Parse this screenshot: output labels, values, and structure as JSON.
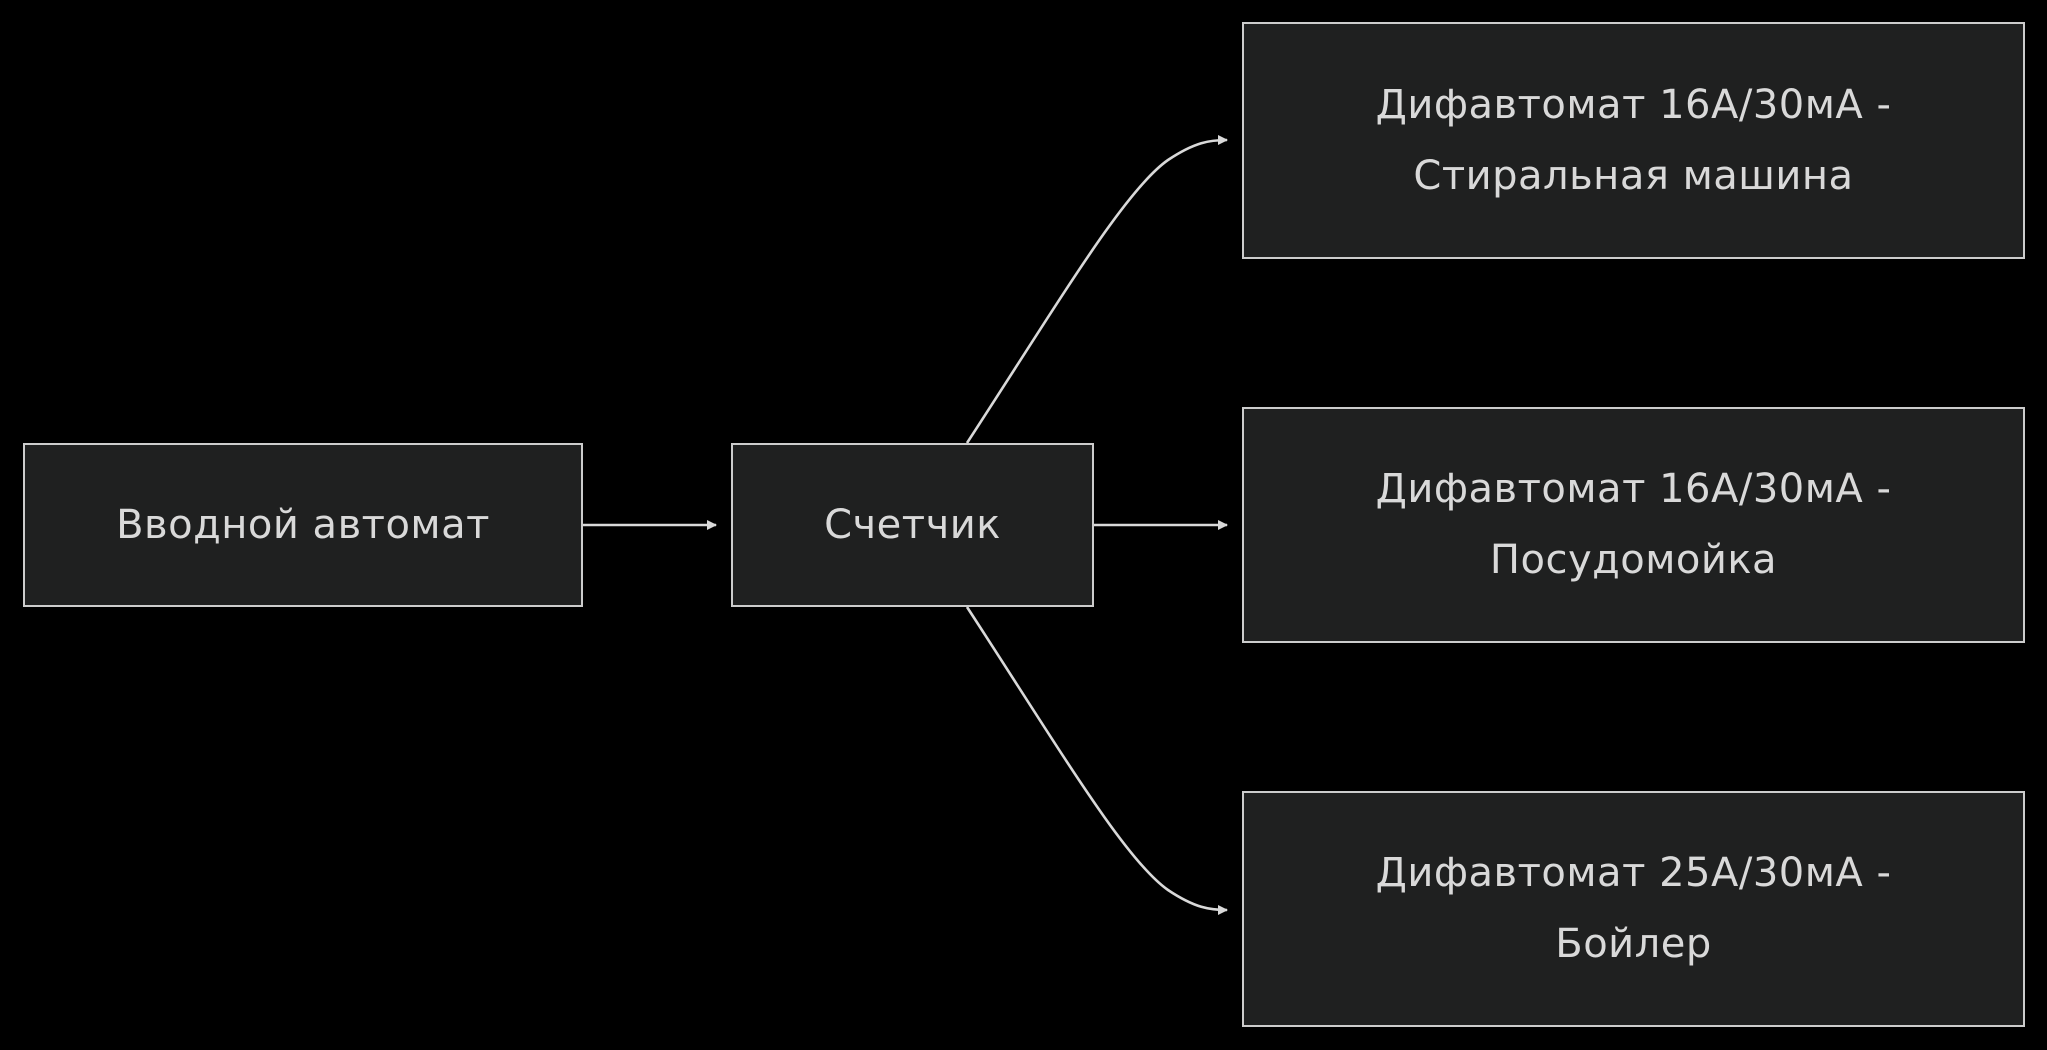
{
  "colors": {
    "background": "#000000",
    "node_fill": "#1f2020",
    "node_stroke": "#cccccc",
    "edge": "#d9d9d9",
    "text": "#d9d9d9"
  },
  "nodes": {
    "input": {
      "line1": "Вводной автомат"
    },
    "meter": {
      "line1": "Счетчик"
    },
    "washer": {
      "line1": "Дифавтомат 16A/30мА -",
      "line2": "Стиральная машина"
    },
    "dishwasher": {
      "line1": "Дифавтомат 16A/30мА -",
      "line2": "Посудомойка"
    },
    "boiler": {
      "line1": "Дифавтомат 25A/30мА -",
      "line2": "Бойлер"
    }
  },
  "edges": [
    {
      "from": "input",
      "to": "meter"
    },
    {
      "from": "meter",
      "to": "washer"
    },
    {
      "from": "meter",
      "to": "dishwasher"
    },
    {
      "from": "meter",
      "to": "boiler"
    }
  ]
}
